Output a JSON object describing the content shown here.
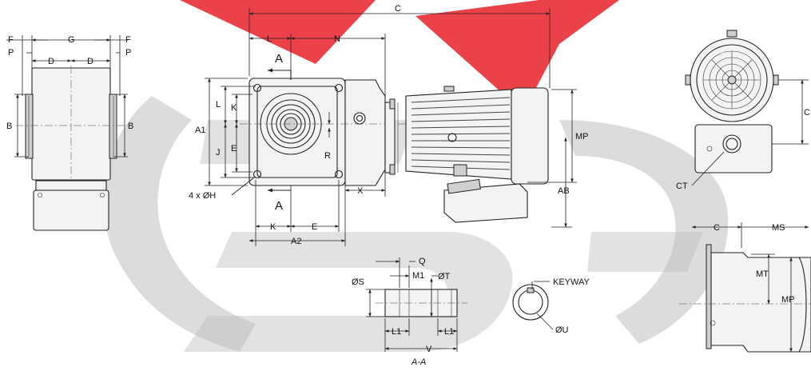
{
  "watermark": {
    "logo": "watermark-logo",
    "red": "#e8222a",
    "grey": "#b8b8b8"
  },
  "labels": {
    "F": "F",
    "G": "G",
    "P": "P",
    "D": "D",
    "B": "B",
    "C": "C",
    "L": "L",
    "N": "N",
    "A": "A",
    "K": "K",
    "A1": "A1",
    "J": "J",
    "E": "E",
    "R": "R",
    "H": "4 x ØH",
    "X": "X",
    "A2": "A2",
    "MP": "MP",
    "AB": "AB",
    "CT": "CT",
    "MS": "MS",
    "MT": "MT",
    "Q": "Q",
    "M1": "M1",
    "T": "ØT",
    "S": "ØS",
    "L1": "L1",
    "V": "V",
    "section": "A-A",
    "keyway": "KEYWAY",
    "U": "ØU"
  }
}
